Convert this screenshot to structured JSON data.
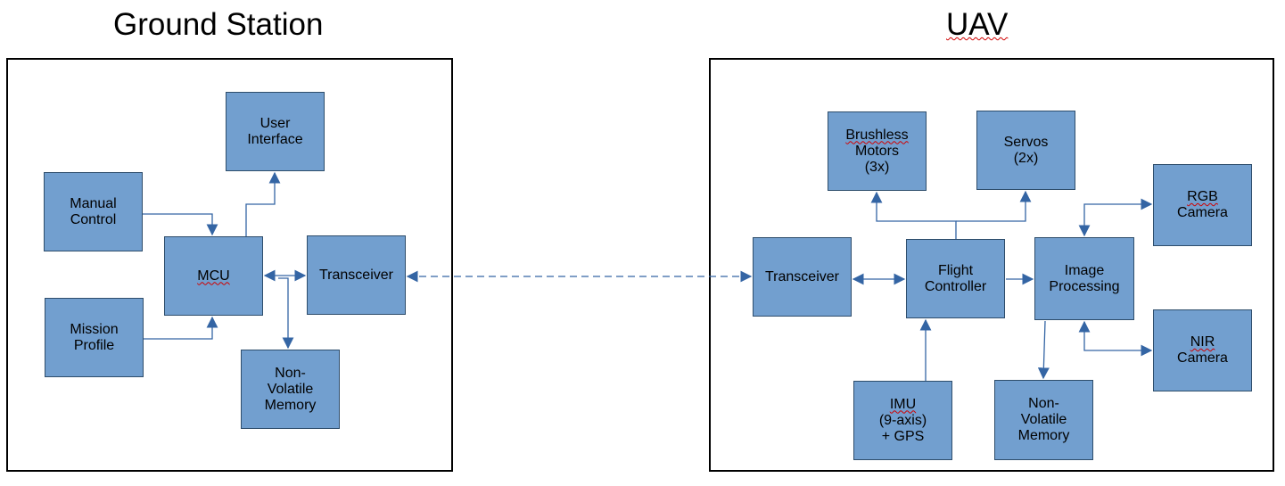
{
  "ground_station": {
    "title": "Ground Station",
    "blocks": {
      "user_interface": [
        "User",
        "Interface"
      ],
      "manual_control": [
        "Manual",
        "Control"
      ],
      "mcu": [
        "MCU"
      ],
      "transceiver": [
        "Transceiver"
      ],
      "mission_profile": [
        "Mission",
        "Profile"
      ],
      "nv_memory": [
        "Non-",
        "Volatile",
        "Memory"
      ]
    }
  },
  "uav": {
    "title": "UAV",
    "blocks": {
      "brushless_motors": [
        "Brushless",
        "Motors",
        "(3x)"
      ],
      "servos": [
        "Servos",
        "(2x)"
      ],
      "rgb_camera": [
        "RGB",
        "Camera"
      ],
      "transceiver": [
        "Transceiver"
      ],
      "flight_controller": [
        "Flight",
        "Controller"
      ],
      "image_processing": [
        "Image",
        "Processing"
      ],
      "nir_camera": [
        "NIR",
        "Camera"
      ],
      "imu": [
        "IMU",
        "(9-axis)",
        "+ GPS"
      ],
      "nv_memory": [
        "Non-",
        "Volatile",
        "Memory"
      ]
    }
  },
  "colors": {
    "block_fill": "#729fcf",
    "block_border": "#2e4d6b",
    "connector": "#3465a4",
    "spellcheck_underline": "#d00000"
  }
}
